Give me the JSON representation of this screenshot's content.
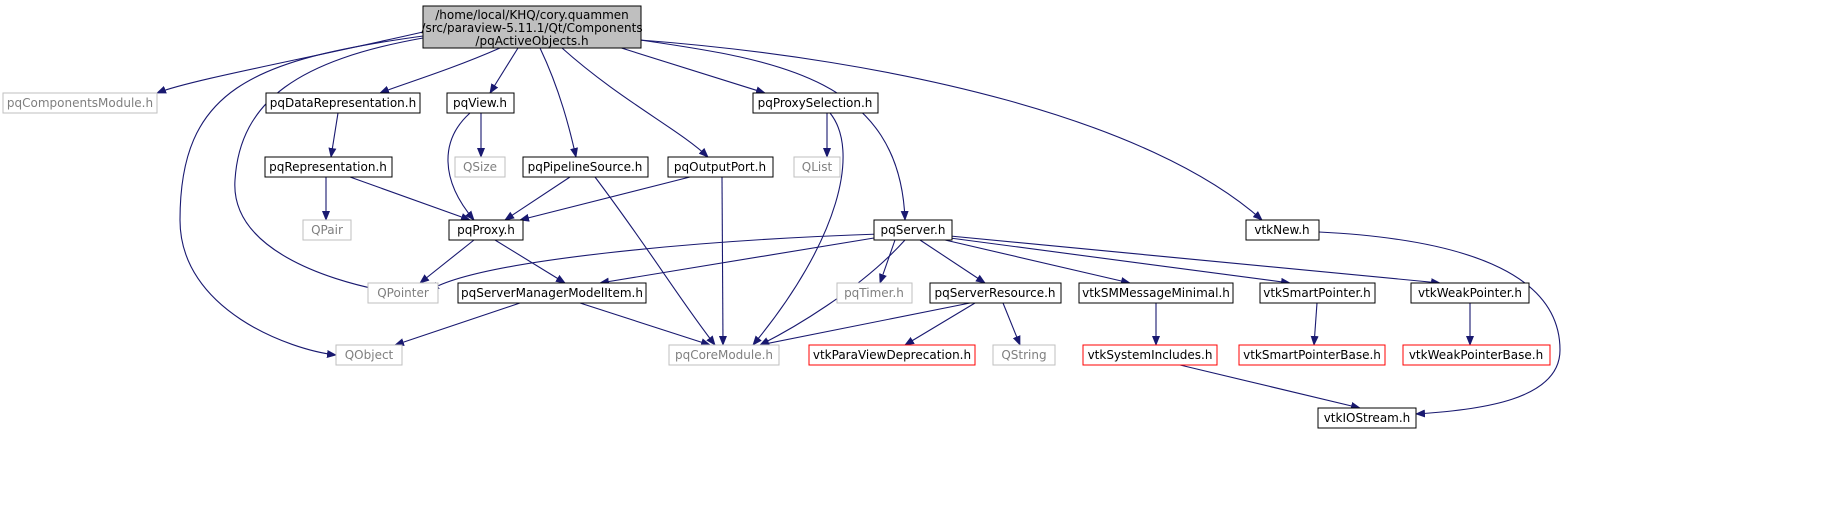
{
  "colors": {
    "edge": "#191970",
    "root_fill": "#bfbfbf",
    "normal_border": "#000000",
    "external_border": "#bfbfbf",
    "external_text": "#7f7f7f",
    "missing_border": "#ff0000"
  },
  "graph": {
    "root": {
      "line1": "/home/local/KHQ/cory.quammen",
      "line2": "/src/paraview-5.11.1/Qt/Components",
      "line3": "/pqActiveObjects.h"
    },
    "nodes": {
      "pqComponentsModule": "pqComponentsModule.h",
      "pqDataRepresentation": "pqDataRepresentation.h",
      "pqView": "pqView.h",
      "pqProxySelection": "pqProxySelection.h",
      "vtkNew": "vtkNew.h",
      "pqRepresentation": "pqRepresentation.h",
      "QSize": "QSize",
      "pqPipelineSource": "pqPipelineSource.h",
      "pqOutputPort": "pqOutputPort.h",
      "QList": "QList",
      "QPair": "QPair",
      "pqProxy": "pqProxy.h",
      "pqServer": "pqServer.h",
      "QPointer": "QPointer",
      "pqServerManagerModelItem": "pqServerManagerModelItem.h",
      "pqTimer": "pqTimer.h",
      "pqServerResource": "pqServerResource.h",
      "vtkSMMessageMinimal": "vtkSMMessageMinimal.h",
      "vtkSmartPointer": "vtkSmartPointer.h",
      "vtkWeakPointer": "vtkWeakPointer.h",
      "QObject": "QObject",
      "pqCoreModule": "pqCoreModule.h",
      "vtkParaViewDeprecation": "vtkParaViewDeprecation.h",
      "QString": "QString",
      "vtkSystemIncludes": "vtkSystemIncludes.h",
      "vtkSmartPointerBase": "vtkSmartPointerBase.h",
      "vtkWeakPointerBase": "vtkWeakPointerBase.h",
      "vtkIOStream": "vtkIOStream.h"
    }
  }
}
